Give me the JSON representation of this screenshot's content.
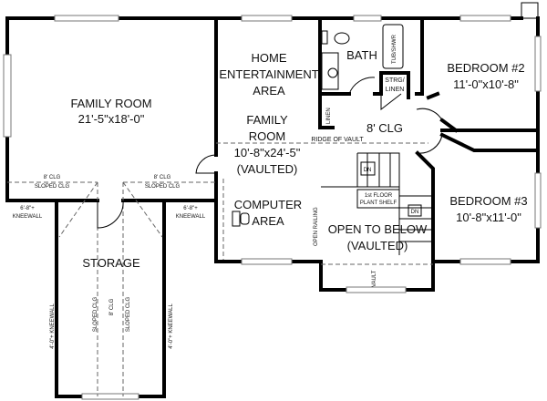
{
  "rooms": {
    "family_room_1": {
      "name": "FAMILY ROOM",
      "size": "21'-5\"x18'-0\""
    },
    "home_entertainment": {
      "line1": "HOME",
      "line2": "ENTERTAINMENT",
      "line3": "AREA"
    },
    "bath": "BATH",
    "tub": "TUB/SHWR",
    "strg_linen": {
      "line1": "STRG/",
      "line2": "LINEN"
    },
    "linen": "LINEN",
    "bedroom2": {
      "name": "BEDROOM #2",
      "size": "11'-0\"x10'-8\""
    },
    "hall_ceiling": "8' CLG",
    "family_room_2": {
      "line1": "FAMILY",
      "line2": "ROOM",
      "size": "10'-8\"x24'-5\"",
      "note": "(VAULTED)"
    },
    "ridge": "RIDGE OF VAULT",
    "computer": {
      "line1": "COMPUTER",
      "line2": "AREA"
    },
    "bedroom3": {
      "name": "BEDROOM #3",
      "size": "10'-8\"x11'-0\""
    },
    "open_below": {
      "line1": "OPEN TO BELOW",
      "line2": "(VAULTED)"
    },
    "plant_shelf": {
      "line1": "1st FLOOR",
      "line2": "PLANT SHELF"
    },
    "stair_dn": "DN",
    "open_railing": "OPEN RAILING",
    "vault": "VAULT",
    "storage": "STORAGE"
  },
  "ceiling_notes": {
    "clg_8": "8' CLG",
    "sloped": "SLOPED CLG",
    "kneewall_68": "6'-8\"+",
    "kneewall": "KNEEWALL",
    "kneewall_40": "4'-0\"+ KNEEWALL"
  }
}
